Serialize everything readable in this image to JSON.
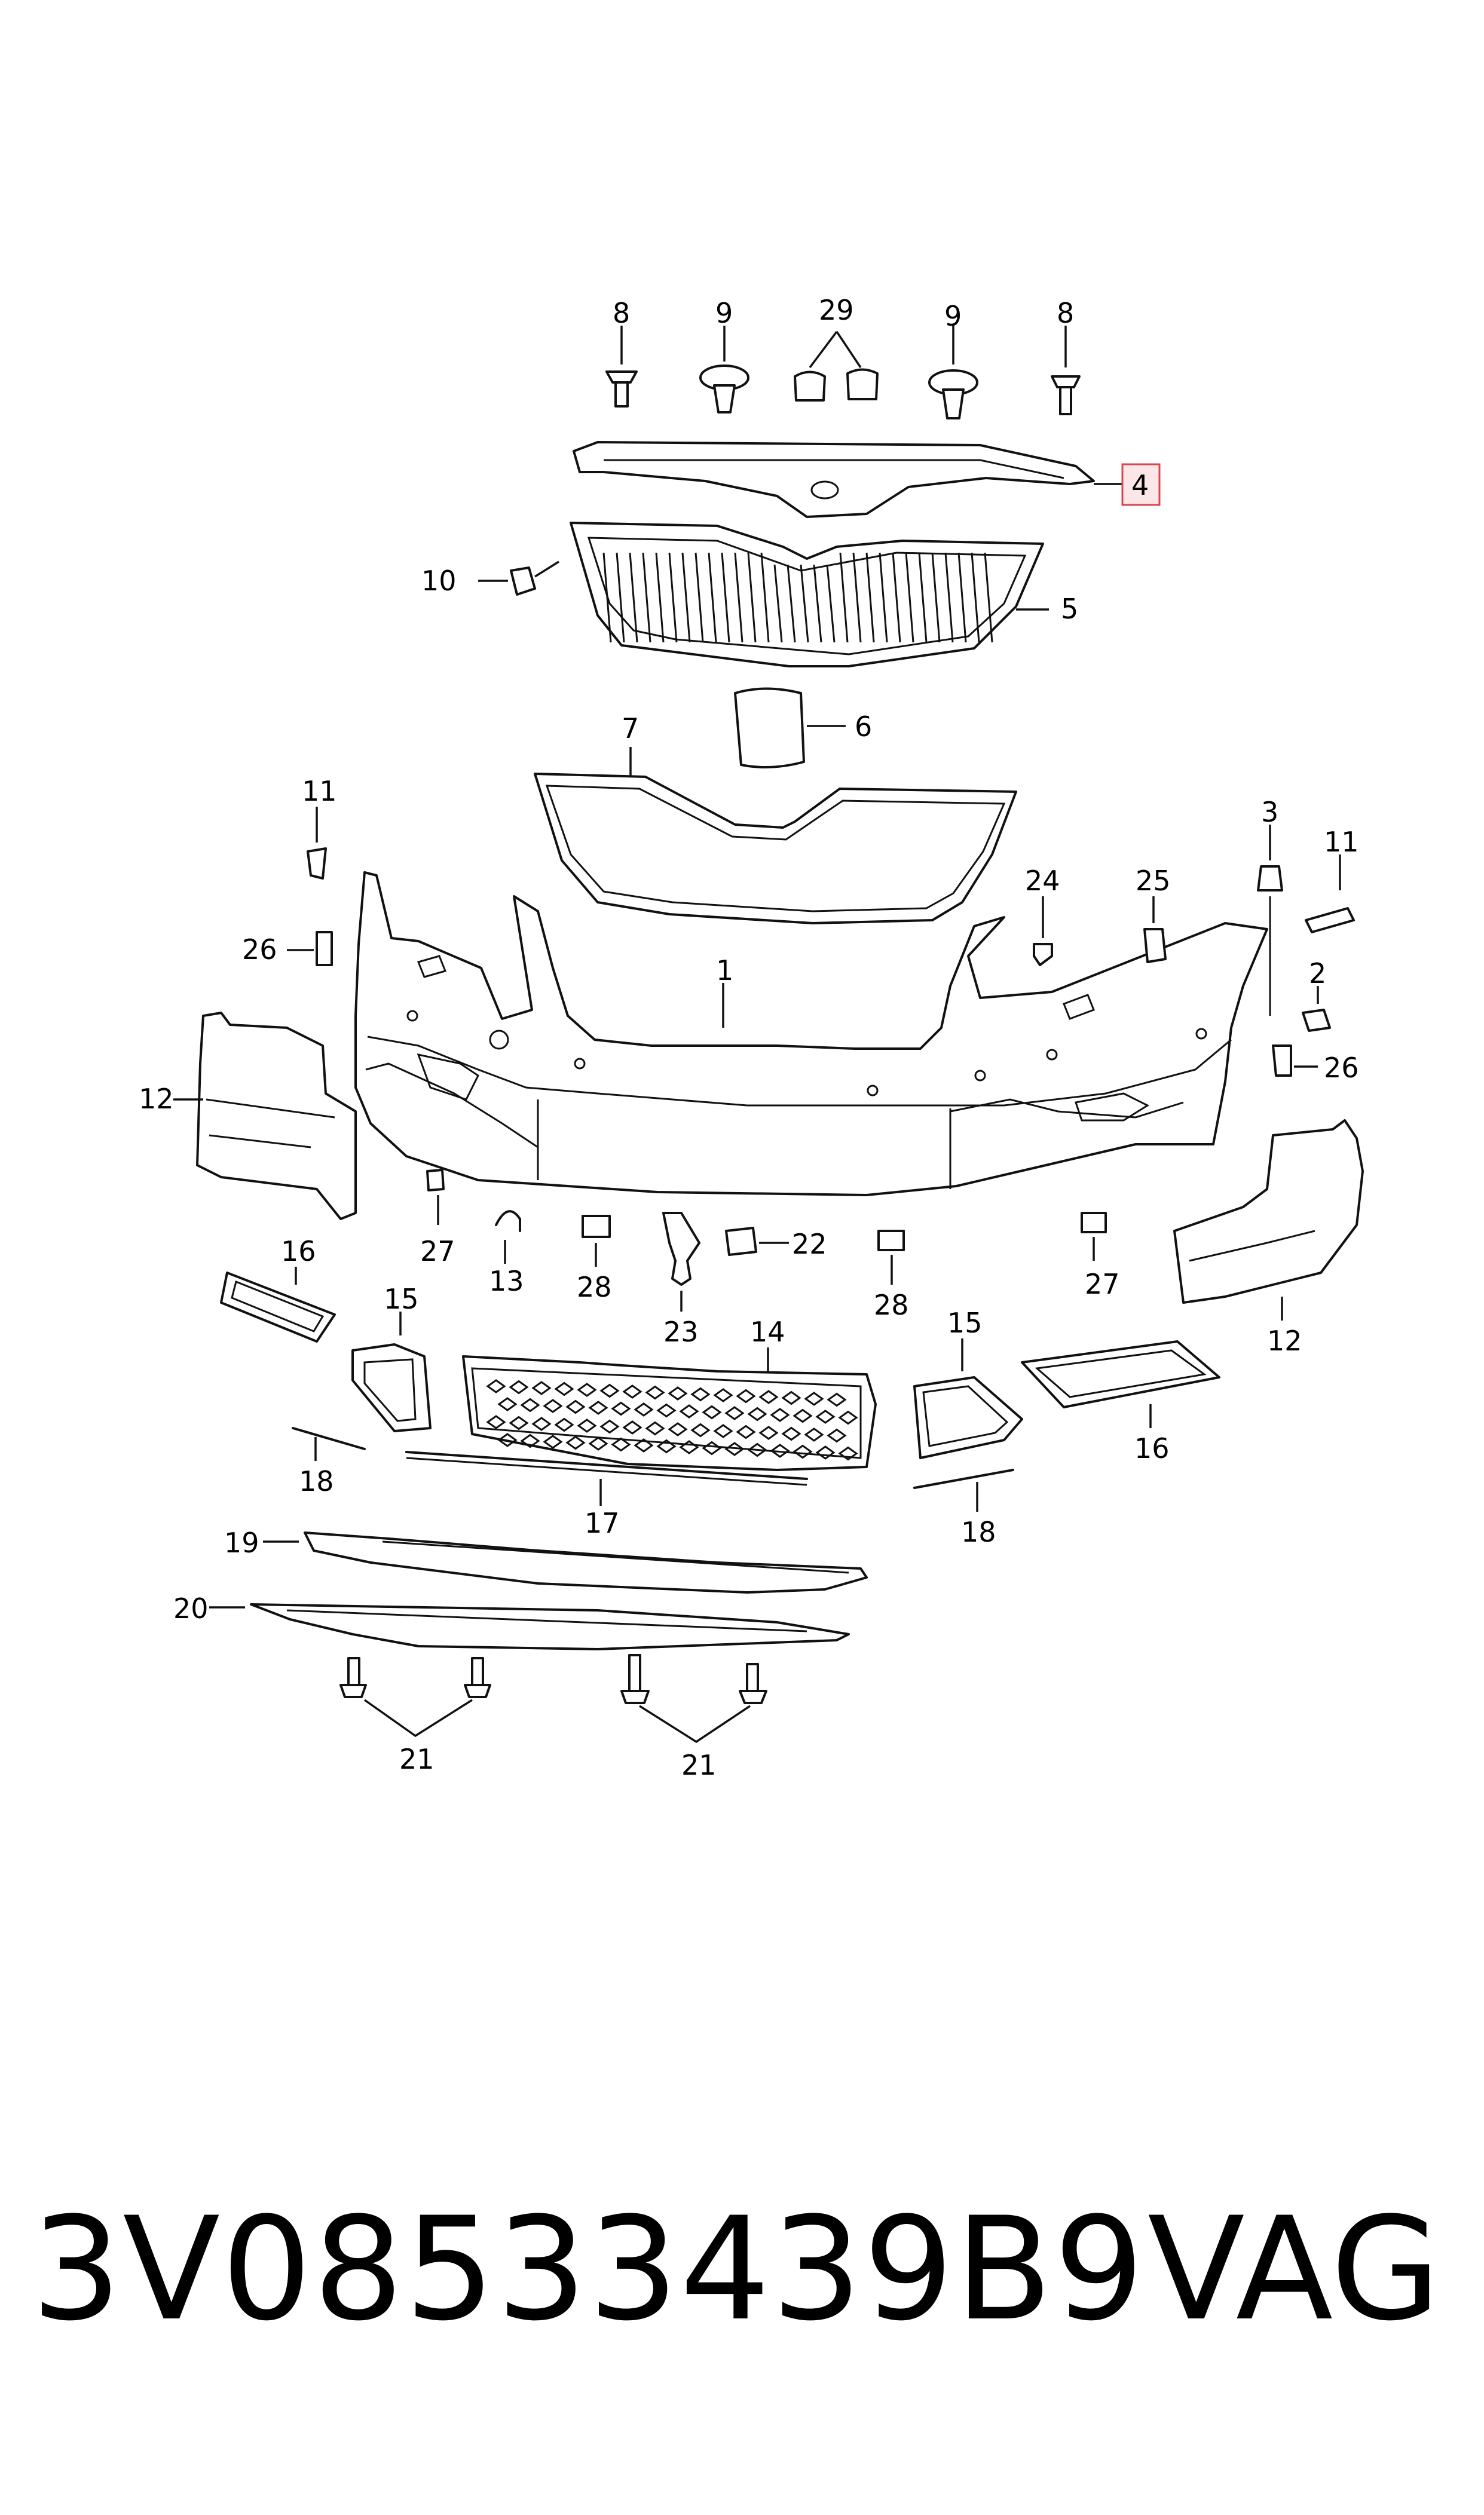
{
  "diagram": {
    "callouts": {
      "c8a": "8",
      "c9a": "9",
      "c29": "29",
      "c9b": "9",
      "c8b": "8",
      "c4": "4",
      "c10": "10",
      "c5": "5",
      "c6": "6",
      "c7": "7",
      "c11a": "11",
      "c3": "3",
      "c11b": "11",
      "c24": "24",
      "c25": "25",
      "c26a": "26",
      "c1": "1",
      "c2": "2",
      "c26b": "26",
      "c12a": "12",
      "c12b": "12",
      "c27a": "27",
      "c13": "13",
      "c28a": "28",
      "c22": "22",
      "c28b": "28",
      "c27b": "27",
      "c23": "23",
      "c16a": "16",
      "c15a": "15",
      "c14": "14",
      "c15b": "15",
      "c16b": "16",
      "c18a": "18",
      "c17": "17",
      "c18b": "18",
      "c19": "19",
      "c20": "20",
      "c21a": "21",
      "c21b": "21"
    },
    "highlighted_callout": "4",
    "highlight_color": "#d9454f"
  },
  "footer": {
    "part_number": "3V08533439B9",
    "brand": "VAG"
  }
}
